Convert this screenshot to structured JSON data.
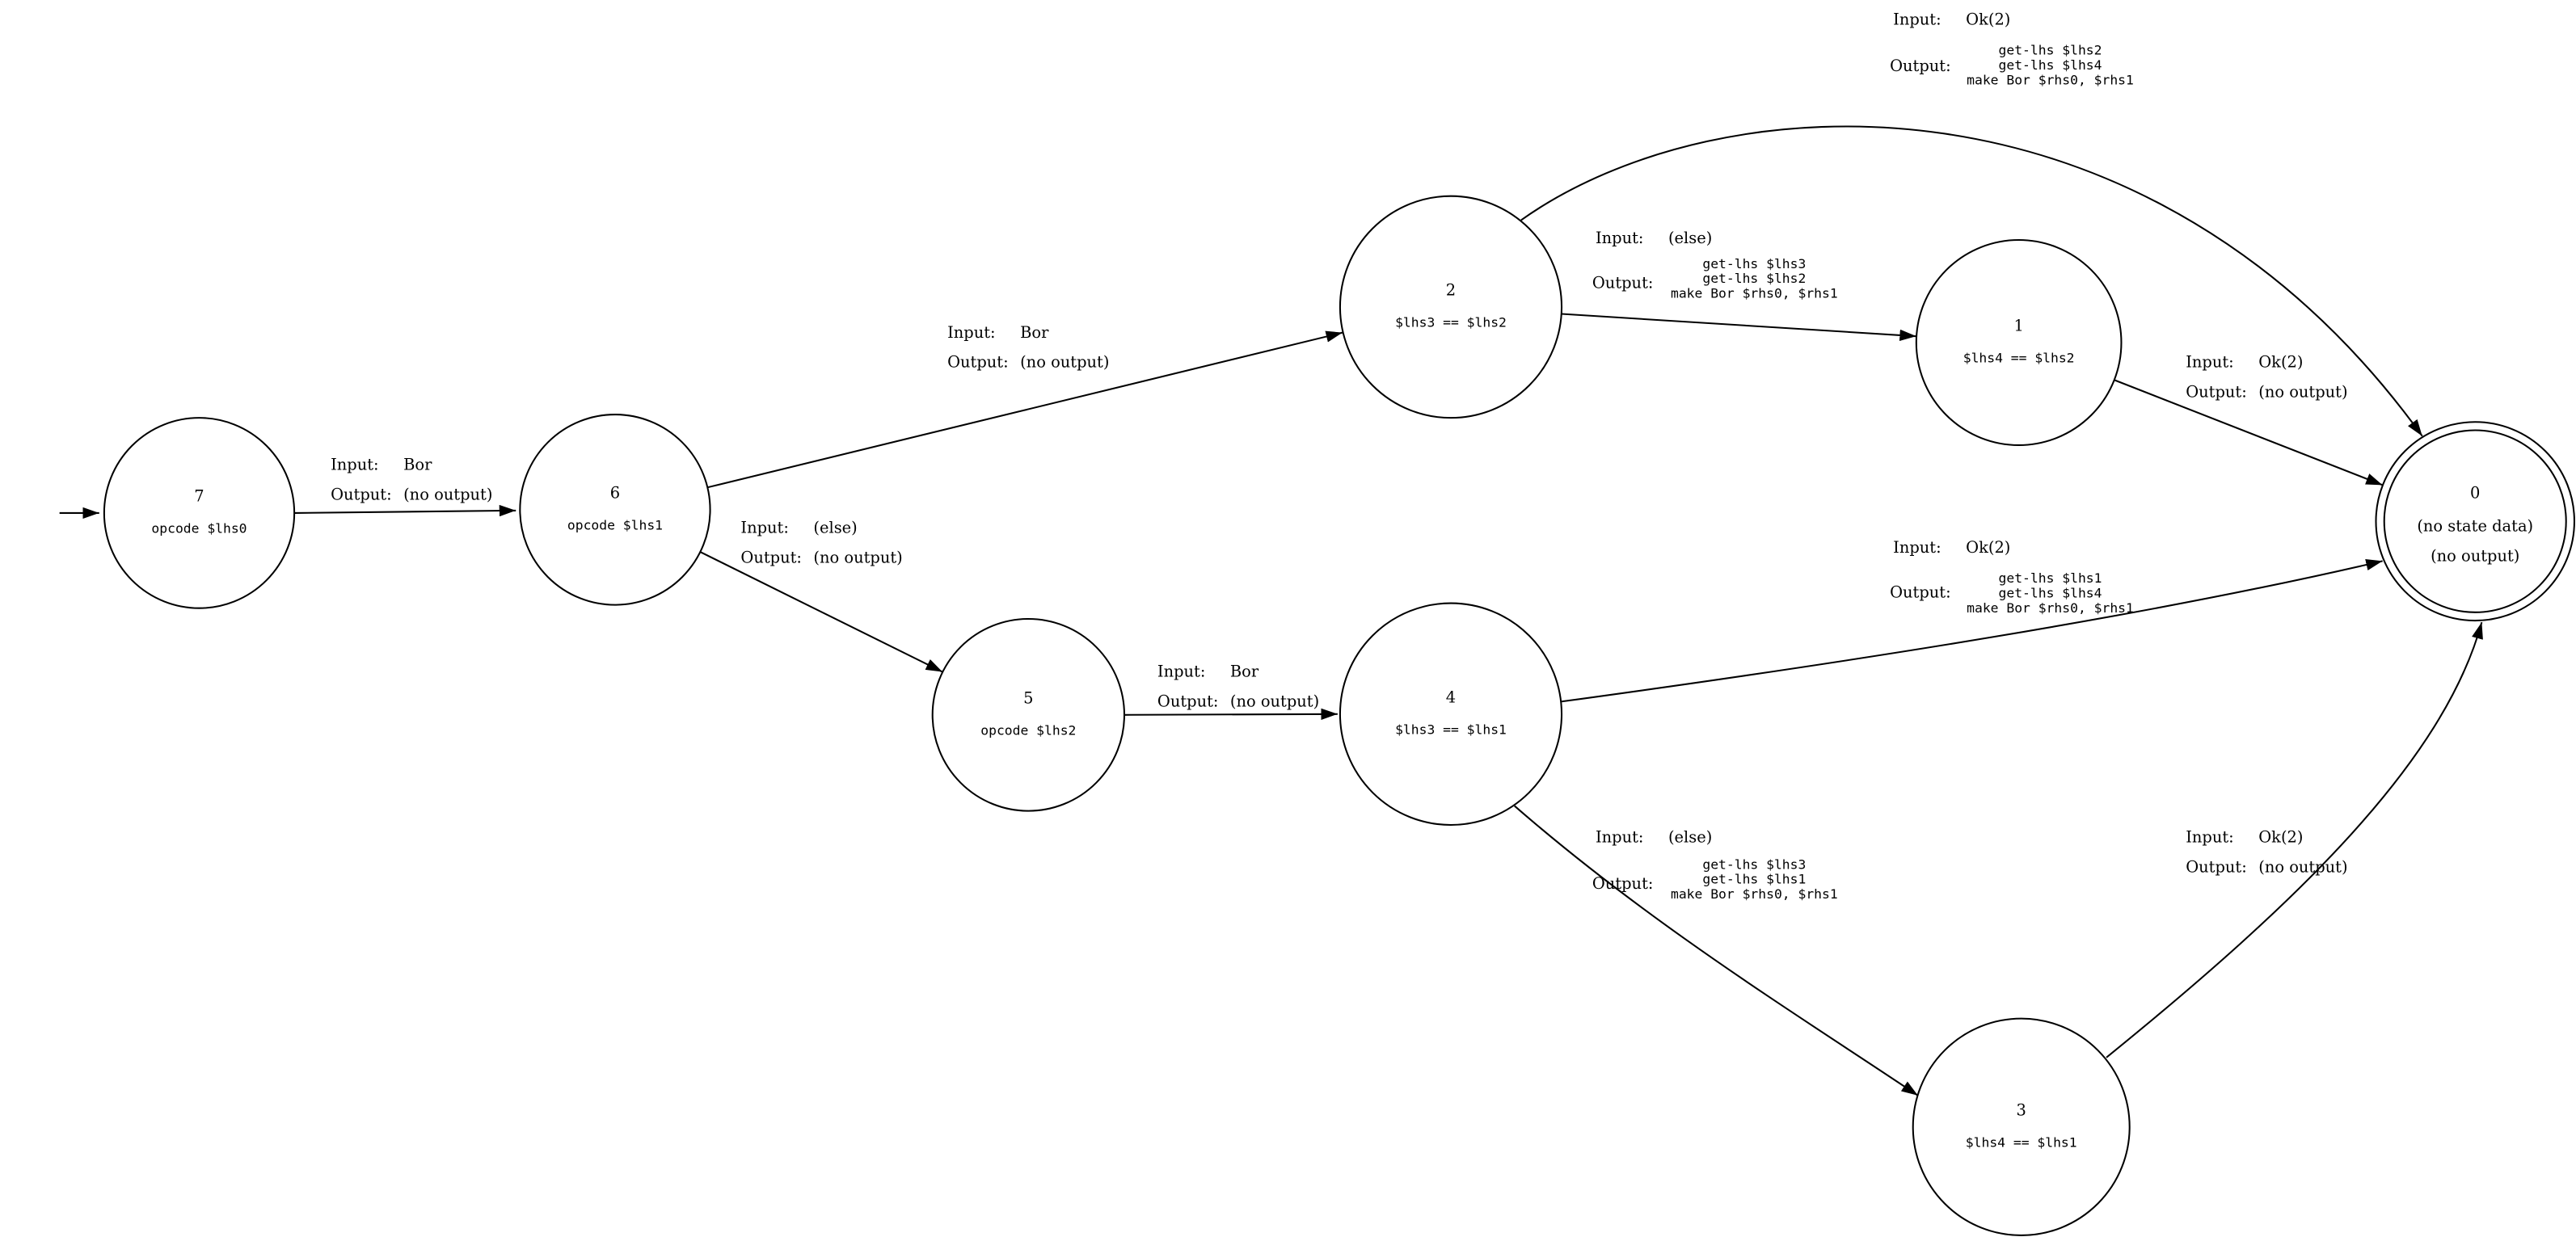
{
  "page": {
    "background": "#ffffff",
    "ink": "#000000"
  },
  "diagram": {
    "type": "state-machine",
    "labels": {
      "input": "Input:",
      "output": "Output:"
    },
    "nodes": {
      "n7": {
        "id": "7",
        "label": "opcode $lhs0"
      },
      "n6": {
        "id": "6",
        "label": "opcode $lhs1"
      },
      "n5": {
        "id": "5",
        "label": "opcode $lhs2"
      },
      "n2": {
        "id": "2",
        "label": "$lhs3 == $lhs2"
      },
      "n4": {
        "id": "4",
        "label": "$lhs3 == $lhs1"
      },
      "n1": {
        "id": "1",
        "label": "$lhs4 == $lhs2"
      },
      "n3": {
        "id": "3",
        "label": "$lhs4 == $lhs1"
      },
      "n0": {
        "id": "0",
        "line1": "(no state data)",
        "line2": "(no output)"
      }
    },
    "edges": {
      "e_start": {
        "from": "start",
        "to": "7"
      },
      "e7_6": {
        "from": "7",
        "to": "6",
        "input": "Bor",
        "output": "(no output)"
      },
      "e6_2": {
        "from": "6",
        "to": "2",
        "input": "Bor",
        "output": "(no output)"
      },
      "e6_5": {
        "from": "6",
        "to": "5",
        "input": "(else)",
        "output": "(no output)"
      },
      "e5_4": {
        "from": "5",
        "to": "4",
        "input": "Bor",
        "output": "(no output)"
      },
      "e2_0": {
        "from": "2",
        "to": "0",
        "input": "Ok(2)",
        "output_lines": [
          "get-lhs $lhs2",
          "get-lhs $lhs4",
          "make Bor $rhs0, $rhs1"
        ]
      },
      "e2_1": {
        "from": "2",
        "to": "1",
        "input": "(else)",
        "output_lines": [
          "get-lhs $lhs3",
          "get-lhs $lhs2",
          "make Bor $rhs0, $rhs1"
        ]
      },
      "e1_0": {
        "from": "1",
        "to": "0",
        "input": "Ok(2)",
        "output": "(no output)"
      },
      "e4_0": {
        "from": "4",
        "to": "0",
        "input": "Ok(2)",
        "output_lines": [
          "get-lhs $lhs1",
          "get-lhs $lhs4",
          "make Bor $rhs0, $rhs1"
        ]
      },
      "e4_3": {
        "from": "4",
        "to": "3",
        "input": "(else)",
        "output_lines": [
          "get-lhs $lhs3",
          "get-lhs $lhs1",
          "make Bor $rhs0, $rhs1"
        ]
      },
      "e3_0": {
        "from": "3",
        "to": "0",
        "input": "Ok(2)",
        "output": "(no output)"
      }
    }
  }
}
